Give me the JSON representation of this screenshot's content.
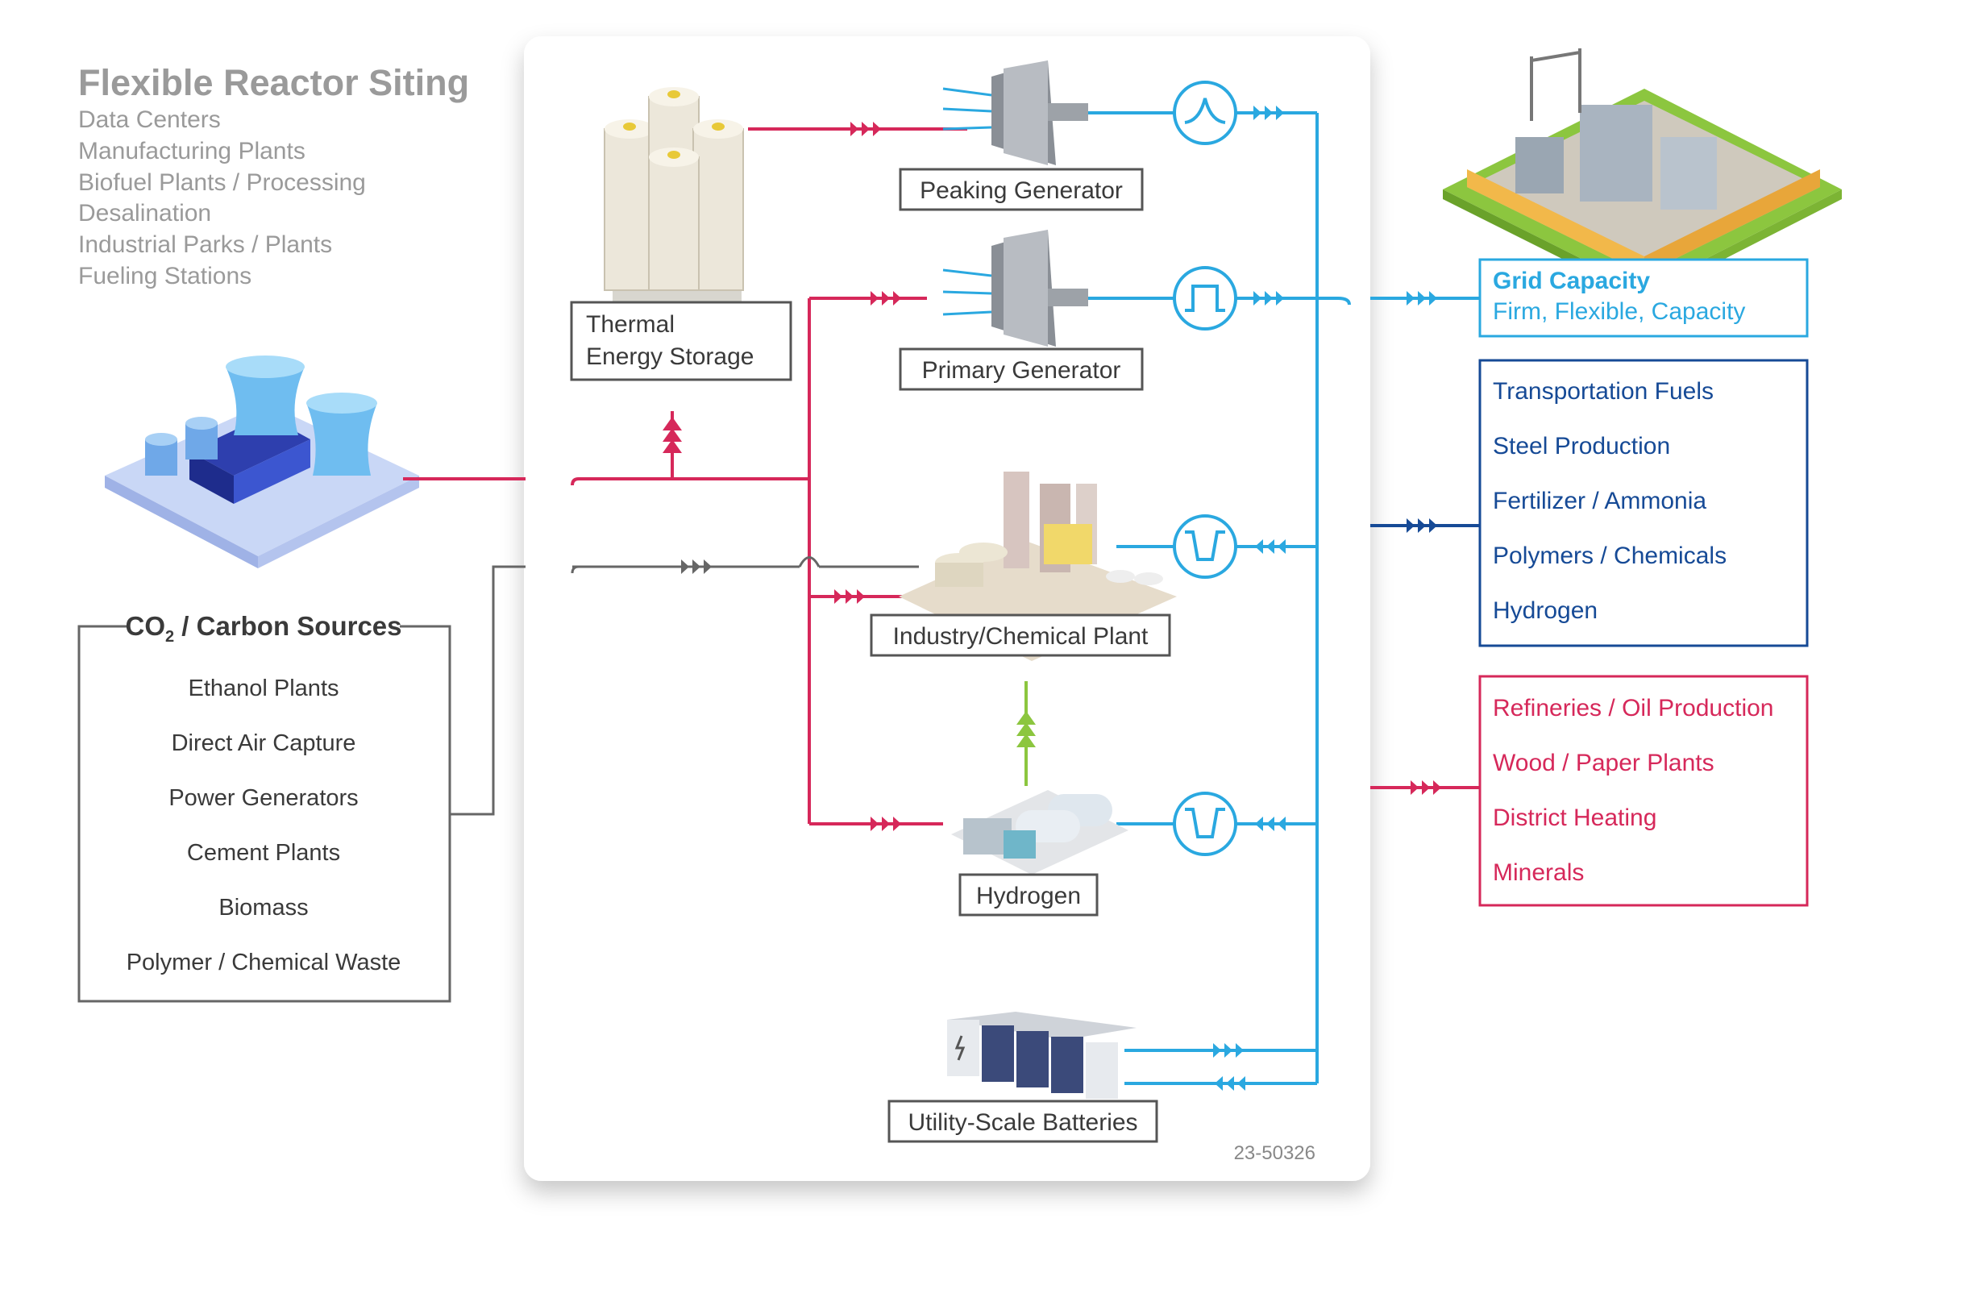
{
  "siting": {
    "title": "Flexible Reactor Siting",
    "items": [
      "Data Centers",
      "Manufacturing Plants",
      "Biofuel Plants / Processing",
      "Desalination",
      "Industrial Parks / Plants",
      "Fueling Stations"
    ]
  },
  "carbon": {
    "title_main": "CO",
    "title_sub": "2",
    "title_rest": " / Carbon Sources",
    "items": [
      "Ethanol Plants",
      "Direct Air Capture",
      "Power Generators",
      "Cement Plants",
      "Biomass",
      "Polymer / Chemical Waste"
    ]
  },
  "nodes": {
    "thermal_line1": "Thermal",
    "thermal_line2": "Energy Storage",
    "peaking": "Peaking Generator",
    "primary": "Primary Generator",
    "industry": "Industry/Chemical Plant",
    "hydrogen": "Hydrogen",
    "batteries": "Utility-Scale Batteries"
  },
  "grid": {
    "title": "Grid Capacity",
    "subtitle": "Firm, Flexible, Capacity"
  },
  "fuels": {
    "items": [
      "Transportation Fuels",
      "Steel Production",
      "Fertilizer / Ammonia",
      "Polymers / Chemicals",
      "Hydrogen"
    ]
  },
  "heat": {
    "items": [
      "Refineries / Oil Production",
      "Wood / Paper Plants",
      "District Heating",
      "Minerals"
    ]
  },
  "figure_id": "23-50326",
  "colors": {
    "heat_red": "#d6285a",
    "electric_blue": "#2aa8e0",
    "product_navy": "#164a96",
    "carbon_gray": "#666666",
    "hydrogen_green": "#8cc63f",
    "grid_box": "#2aa8e0",
    "text_gray": "#9a9a9a",
    "label_dark": "#3a3a3a"
  }
}
